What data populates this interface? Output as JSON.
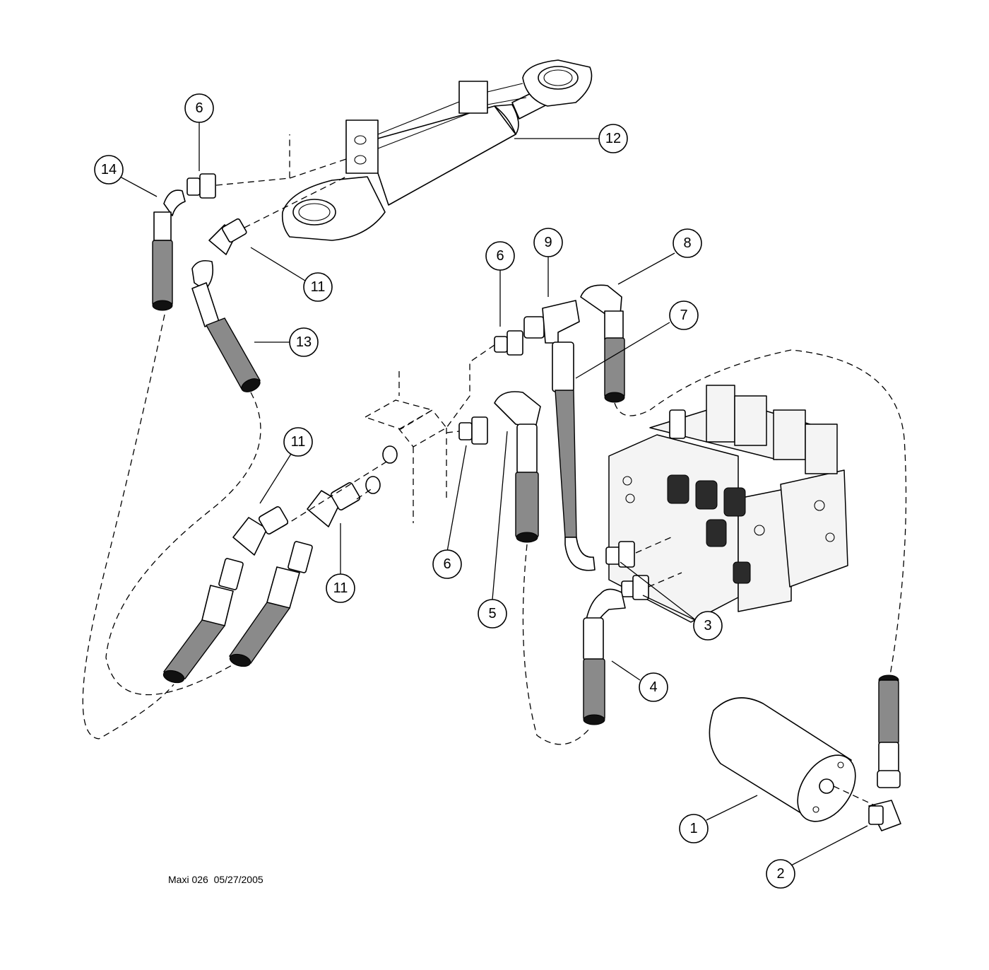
{
  "footer": {
    "drawing_id": "Maxi 026  05/27/2005"
  },
  "callouts": [
    {
      "id": "c1",
      "label": "1"
    },
    {
      "id": "c2",
      "label": "2"
    },
    {
      "id": "c3",
      "label": "3"
    },
    {
      "id": "c4",
      "label": "4"
    },
    {
      "id": "c5",
      "label": "5"
    },
    {
      "id": "c6a",
      "label": "6"
    },
    {
      "id": "c6b",
      "label": "6"
    },
    {
      "id": "c6c",
      "label": "6"
    },
    {
      "id": "c7",
      "label": "7"
    },
    {
      "id": "c8",
      "label": "8"
    },
    {
      "id": "c9",
      "label": "9"
    },
    {
      "id": "c11a",
      "label": "11"
    },
    {
      "id": "c11b",
      "label": "11"
    },
    {
      "id": "c11c",
      "label": "11"
    },
    {
      "id": "c12",
      "label": "12"
    },
    {
      "id": "c13",
      "label": "13"
    },
    {
      "id": "c14",
      "label": "14"
    }
  ],
  "colors": {
    "line": "#000000",
    "hose_fill": "#8a8a8a",
    "background": "#ffffff"
  }
}
